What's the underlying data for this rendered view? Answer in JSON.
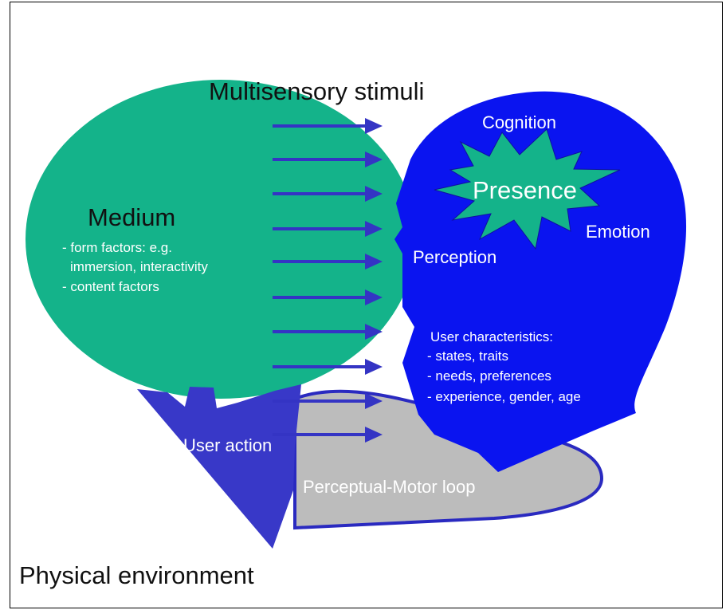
{
  "colors": {
    "medium_fill": "#14b38a",
    "head_fill": "#0a14f0",
    "hand_fill": "#3838c8",
    "loop_fill": "#bcbcbc",
    "loop_stroke": "#2a2ac0",
    "arrow": "#3434c4",
    "text_dark": "#111111",
    "text_light": "#ffffff"
  },
  "labels": {
    "multisensory": "Multisensory stimuli",
    "cognition": "Cognition",
    "presence": "Presence",
    "emotion": "Emotion",
    "perception": "Perception",
    "medium_title": "Medium",
    "medium_line1": "- form factors: e.g.",
    "medium_line2": "immersion, interactivity",
    "medium_line3": "- content factors",
    "user_char_title": "User characteristics:",
    "user_char_1": "- states, traits",
    "user_char_2": "- needs, preferences",
    "user_char_3": "- experience, gender, age",
    "user_action": "User action",
    "loop": "Perceptual-Motor loop",
    "environment": "Physical environment"
  }
}
